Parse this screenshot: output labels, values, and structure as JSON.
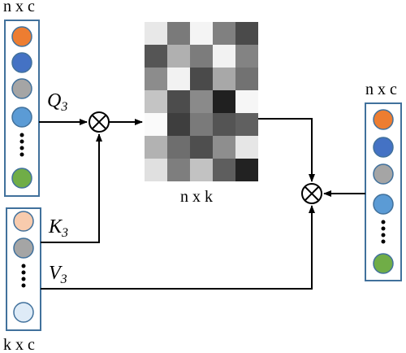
{
  "labels": {
    "query_dims": "n x c",
    "output_dims": "n x c",
    "memory_dims": "k x c",
    "attention_dims": "n x k"
  },
  "symbols": {
    "query": {
      "base": "Q",
      "sub": "3"
    },
    "key": {
      "base": "K",
      "sub": "3"
    },
    "value": {
      "base": "V",
      "sub": "3"
    }
  },
  "colors": {
    "box_border": "#41719c",
    "arrow": "#000000",
    "orange": "#ed7d31",
    "blue": "#4472c4",
    "gray": "#a5a5a5",
    "light_blue": "#5b9bd5",
    "green": "#70ad47",
    "peach": "#f8cbad",
    "pale_blue": "#deebf7"
  },
  "attention_matrix": {
    "rows": 7,
    "cols": 5,
    "grays": [
      [
        "#e8e8e8",
        "#7a7a7a",
        "#f4f4f4",
        "#808080",
        "#4a4a4a"
      ],
      [
        "#555555",
        "#b0b0b0",
        "#7c7c7c",
        "#f2f2f2",
        "#838383"
      ],
      [
        "#8c8c8c",
        "#f2f2f2",
        "#4a4a4a",
        "#a8a8a8",
        "#727272"
      ],
      [
        "#c4c4c4",
        "#4c4c4c",
        "#8a8a8a",
        "#202020",
        "#f6f6f6"
      ],
      [
        "#fafafa",
        "#3e3e3e",
        "#7a7a7a",
        "#545454",
        "#606060"
      ],
      [
        "#b2b2b2",
        "#6e6e6e",
        "#4e4e4e",
        "#8e8e8e",
        "#e6e6e6"
      ],
      [
        "#e0e0e0",
        "#7e7e7e",
        "#c2c2c2",
        "#5e5e5e",
        "#222222"
      ]
    ]
  }
}
